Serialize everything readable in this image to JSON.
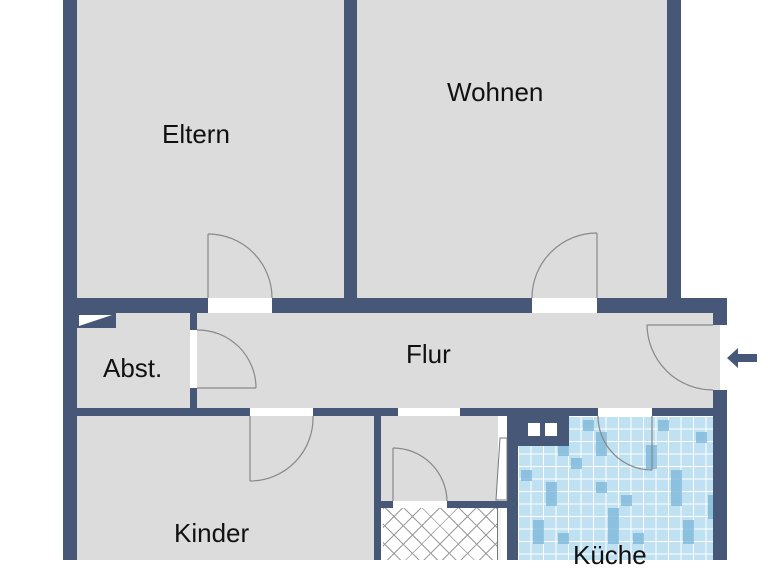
{
  "floorplan": {
    "rooms": [
      {
        "id": "eltern",
        "label": "Eltern"
      },
      {
        "id": "wohnen",
        "label": "Wohnen"
      },
      {
        "id": "abst",
        "label": "Abst."
      },
      {
        "id": "flur",
        "label": "Flur"
      },
      {
        "id": "kinder",
        "label": "Kinder"
      },
      {
        "id": "kueche",
        "label": "Küche"
      }
    ],
    "entrance_arrow": "left-arrow",
    "colors": {
      "wall": "#465777",
      "floor": "#dcdcdc",
      "kitchen_tile": "#8ec7e3",
      "bath_tile": "#ffffff",
      "door_line": "#888888"
    }
  }
}
